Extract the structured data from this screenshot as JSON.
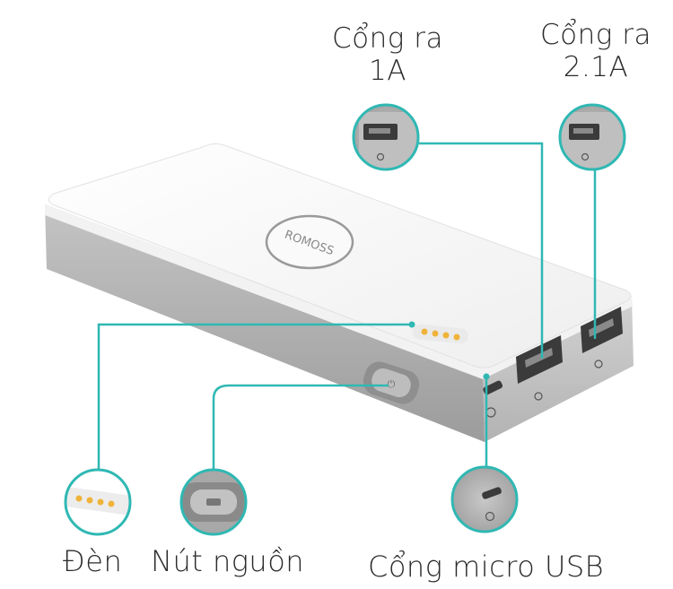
{
  "labels": {
    "port_1a": {
      "line1": "Cổng ra",
      "line2": "1A"
    },
    "port_21a": {
      "line1": "Cổng ra",
      "line2": "2.1A"
    },
    "led": "Đèn",
    "power_button": "Nút nguồn",
    "micro_usb": "Cổng micro USB"
  },
  "device": {
    "brand": "ROMOSS"
  },
  "colors": {
    "callout": "#2fb8b3",
    "body_white": "#f7f7f7",
    "body_side": "#a9a9a9",
    "port_dark": "#3b3b3b"
  }
}
